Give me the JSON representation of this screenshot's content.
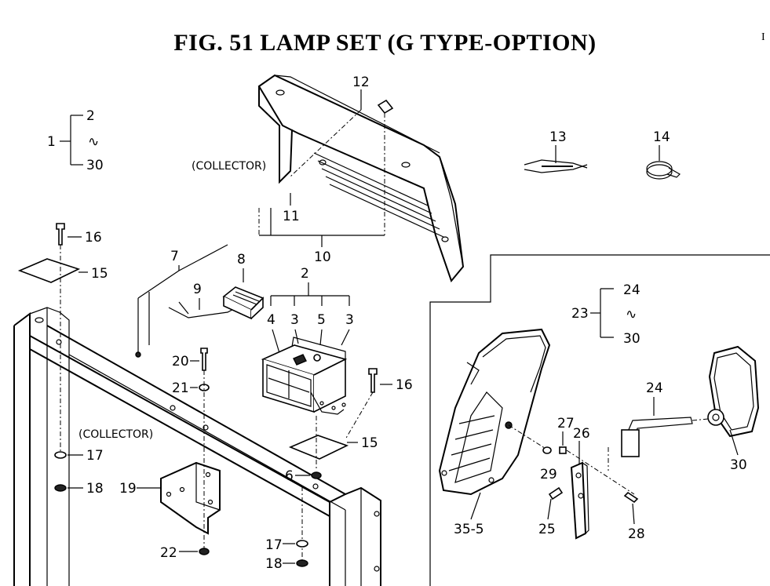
{
  "title": "FIG. 51  LAMP SET (G TYPE-OPTION)",
  "page_mark": "I",
  "annotations": {
    "collector_top": "(COLLECTOR)",
    "collector_left": "(COLLECTOR)"
  },
  "groups": {
    "g1": {
      "id": "1",
      "from": "2",
      "sep": "∿",
      "to": "30"
    },
    "g23": {
      "id": "23",
      "from": "24",
      "sep": "∿",
      "to": "30"
    }
  },
  "callouts": {
    "c2": "2",
    "c3a": "3",
    "c3b": "3",
    "c4": "4",
    "c5": "5",
    "c6": "6",
    "c7": "7",
    "c8": "8",
    "c9": "9",
    "c10": "10",
    "c11": "11",
    "c12": "12",
    "c13": "13",
    "c14": "14",
    "c15a": "15",
    "c15b": "15",
    "c16a": "16",
    "c16b": "16",
    "c17a": "17",
    "c17b": "17",
    "c18a": "18",
    "c18b": "18",
    "c19": "19",
    "c20": "20",
    "c21": "21",
    "c22": "22",
    "c24": "24",
    "c25": "25",
    "c26": "26",
    "c27": "27",
    "c28": "28",
    "c29": "29",
    "c30": "30",
    "c35_5": "35-5"
  }
}
